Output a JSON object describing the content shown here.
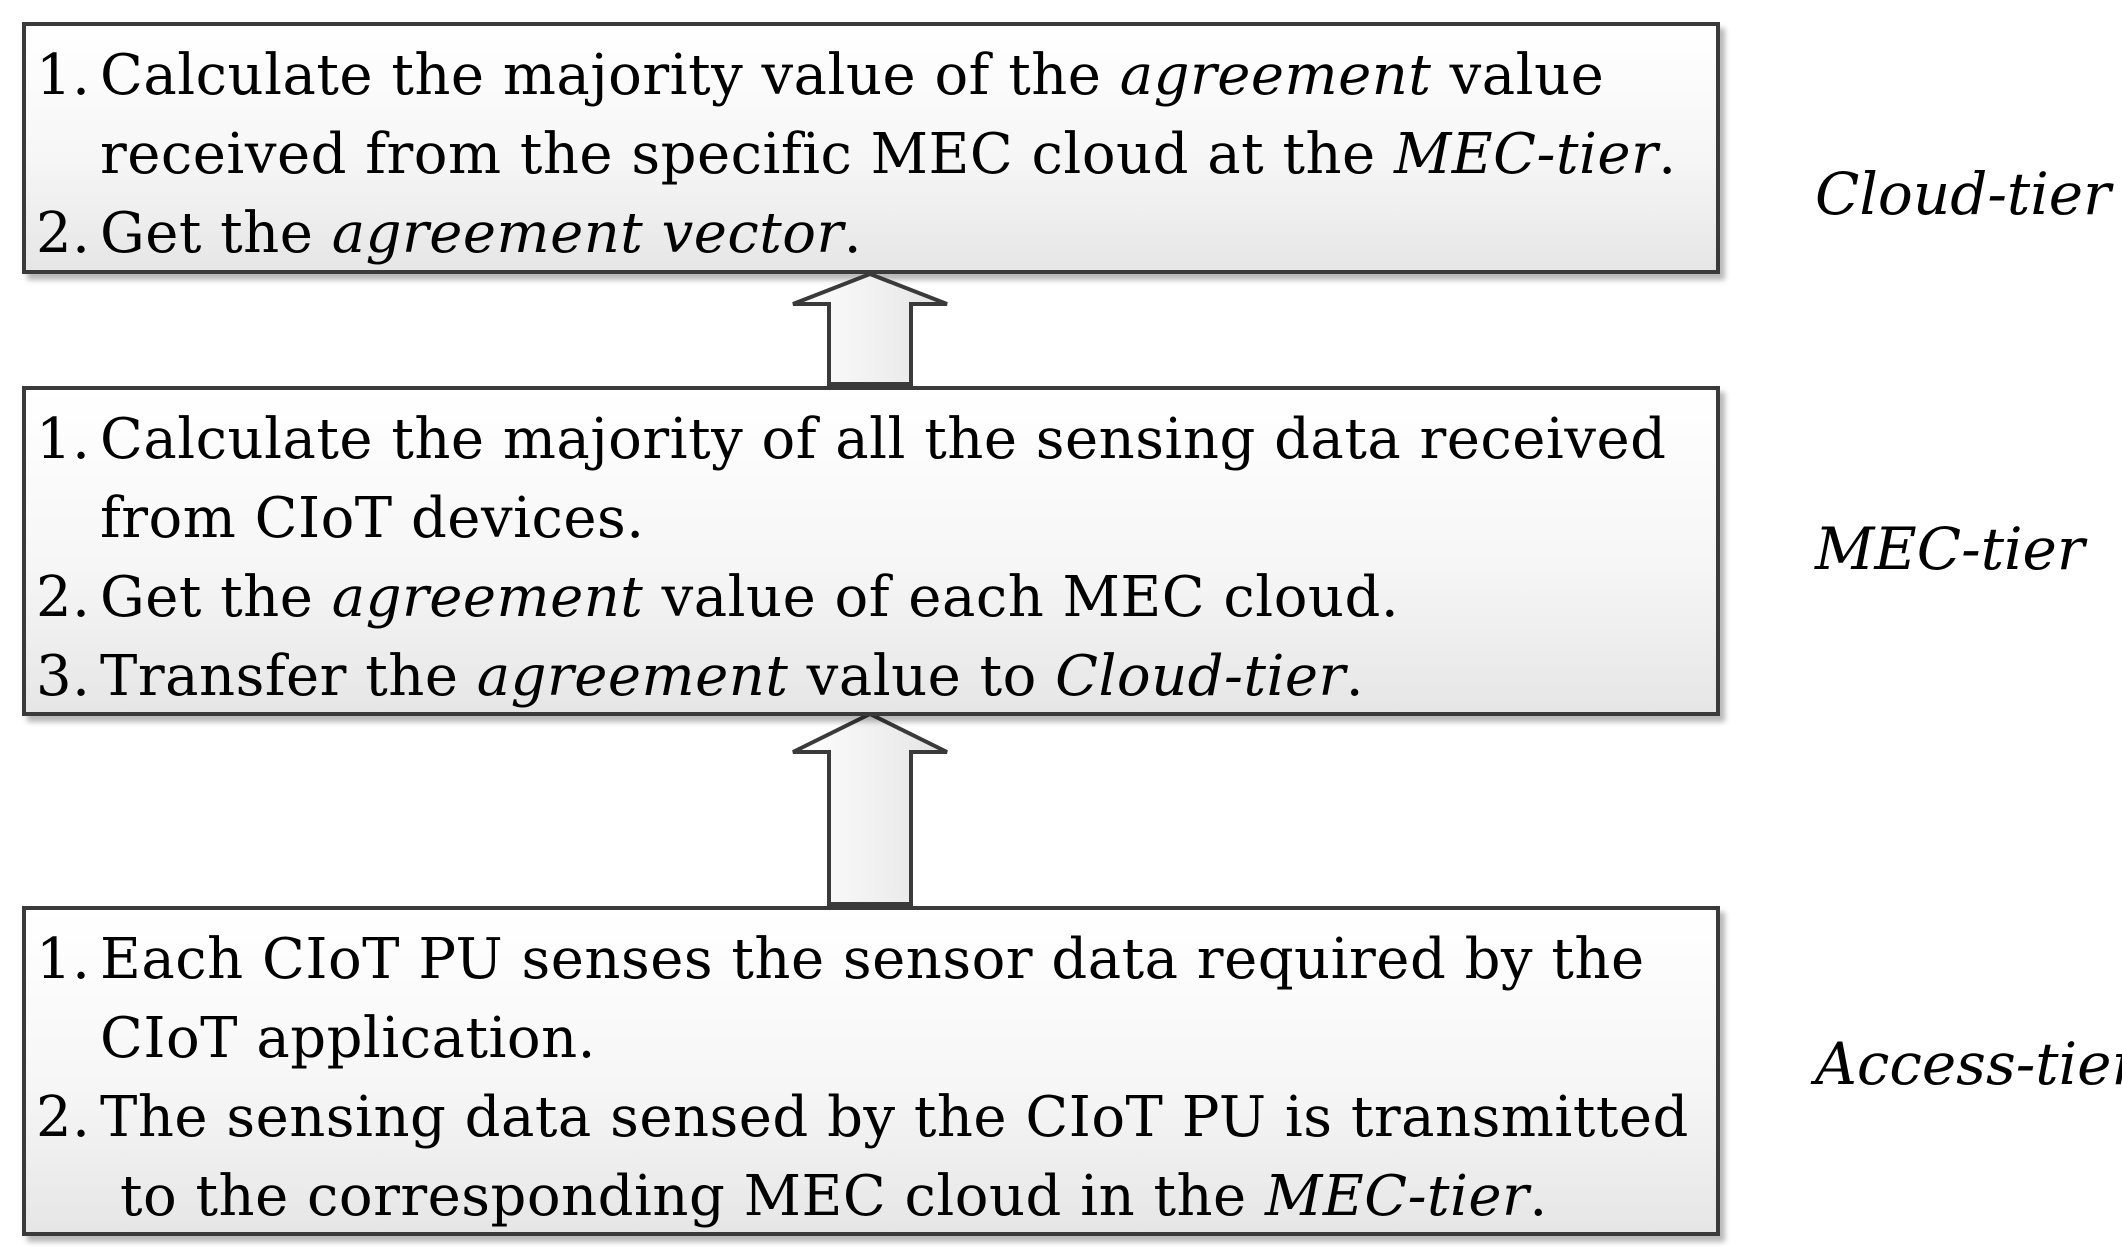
{
  "cloud_tier": {
    "label": "Cloud-tier",
    "l1_num": "1.",
    "l1_a": "Calculate the majority value of the ",
    "l1_b": "agreement",
    "l1_c": " value",
    "l2_a": "received from the specific MEC cloud at the ",
    "l2_b": "MEC-tier",
    "l2_c": ".",
    "l3_num": "2.",
    "l3_a": "Get the ",
    "l3_b": "agreement vector",
    "l3_c": "."
  },
  "mec_tier": {
    "label": "MEC-tier",
    "l1_num": "1.",
    "l1_a": "Calculate the majority of all the sensing data received",
    "l2_a": "from CIoT devices.",
    "l3_num": "2.",
    "l3_a": "Get the ",
    "l3_b": "agreement",
    "l3_c": " value of each MEC cloud.",
    "l4_num": "3.",
    "l4_a": "Transfer the ",
    "l4_b": "agreement",
    "l4_c": " value to ",
    "l4_d": "Cloud-tier",
    "l4_e": "."
  },
  "access_tier": {
    "label": "Access-tier",
    "l1_num": "1.",
    "l1_a": "Each CIoT PU senses the sensor data required by the",
    "l2_a": "CIoT application.",
    "l3_num": "2.",
    "l3_a": "The sensing data sensed by the CIoT PU is transmitted",
    "l4_a": "to the corresponding MEC cloud in the ",
    "l4_b": "MEC-tier",
    "l4_c": "."
  }
}
